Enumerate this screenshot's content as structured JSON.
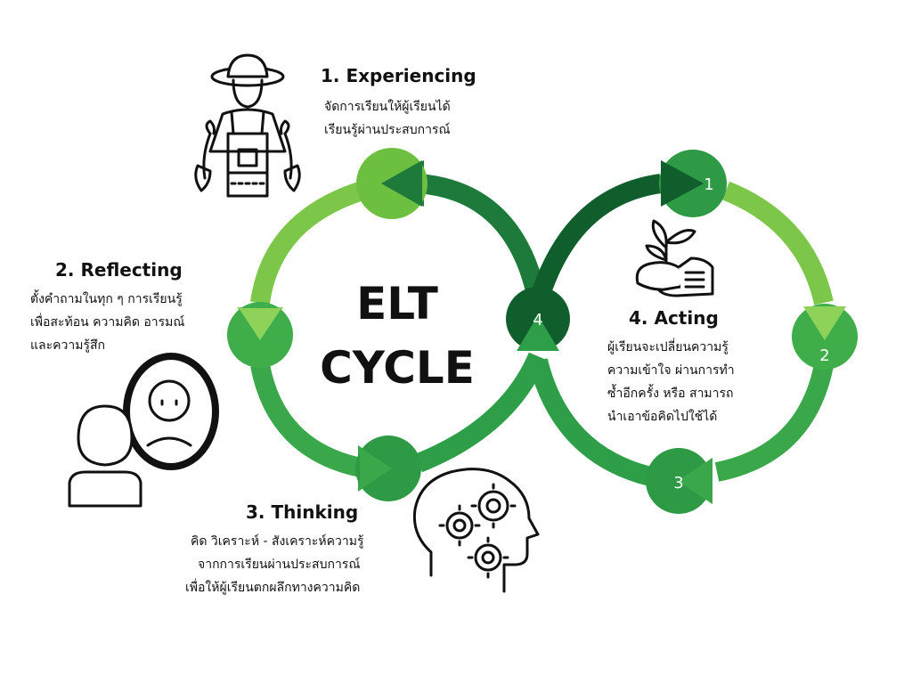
{
  "center": {
    "line1": "ELT",
    "line2": "CYCLE"
  },
  "steps": [
    {
      "title": "1. Experiencing",
      "lines": [
        "จัดการเรียนให้ผู้เรียนได้",
        "เรียนรู้ผ่านประสบการณ์"
      ]
    },
    {
      "title": "2. Reflecting",
      "lines": [
        "ตั้งคำถามในทุก ๆ การเรียนรู้",
        "เพื่อสะท้อน ความคิด อารมณ์",
        "และความรู้สึก"
      ]
    },
    {
      "title": "3. Thinking",
      "lines": [
        "คิด วิเคราะห์ - สังเคราะห์ความรู้",
        "จากการเรียนผ่านประสบการณ์",
        "เพื่อให้ผู้เรียนตกผลึกทางความคิด"
      ]
    },
    {
      "title": "4. Acting",
      "lines": [
        "ผู้เรียนจะเปลี่ยนความรู้",
        "ความเข้าใจ ผ่านการทำ",
        "ซ้ำอีกครั้ง หรือ สามารถ",
        "นำเอาข้อคิดไปใช้ได้"
      ]
    }
  ],
  "nodes": {
    "right": [
      "1",
      "2",
      "3"
    ],
    "center": "4"
  },
  "colors": {
    "light_green": "#6cbf3f",
    "mid_green": "#3aa84a",
    "dark_green": "#1d7a3a",
    "darkest_green": "#0f5e2c",
    "ink": "#111111"
  },
  "icons": [
    "farmer-icon",
    "mirror-reflection-icon",
    "thinking-head-gears-icon",
    "hand-plant-seedling-icon"
  ]
}
